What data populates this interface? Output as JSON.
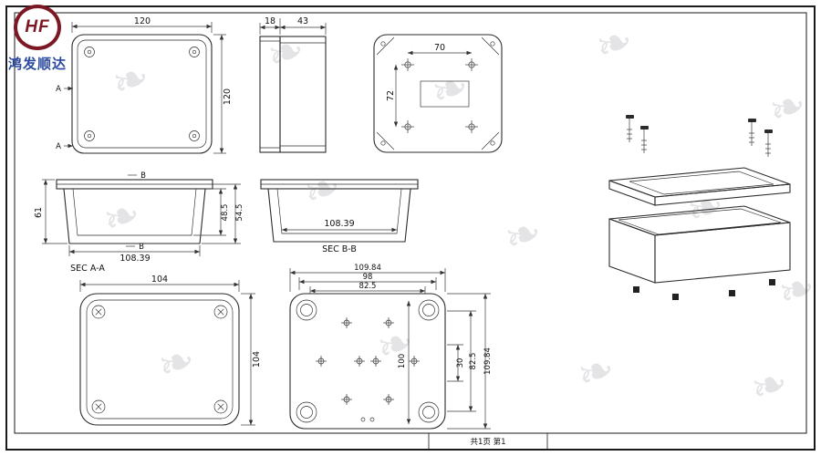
{
  "header": {
    "brand": "HF",
    "company": "鸿发顺达"
  },
  "footer": {
    "page_info": "共1页 第1"
  },
  "watermark": {
    "glyph": "❧"
  },
  "dims": {
    "top_view": {
      "width": "120",
      "height": "120",
      "section_label": "A"
    },
    "side_view": {
      "lid": "18",
      "body": "43"
    },
    "back_view": {
      "hole_spacing_h": "70",
      "hole_spacing_v": "72"
    },
    "sec_aa": {
      "title": "SEC A-A",
      "height": "61",
      "inner_depth": "48.5",
      "body_height": "54.5",
      "width": "108.39",
      "section_label": "B"
    },
    "sec_bb": {
      "title": "SEC B-B",
      "width": "108.39"
    },
    "bottom_view": {
      "width": "104",
      "height": "104"
    },
    "inner_view": {
      "w_outer": "109.84",
      "w_mid": "98",
      "w_inner": "82.5",
      "h_center": "100",
      "h_small": "30",
      "h_mid": "82.5",
      "h_outer": "109.84"
    }
  }
}
